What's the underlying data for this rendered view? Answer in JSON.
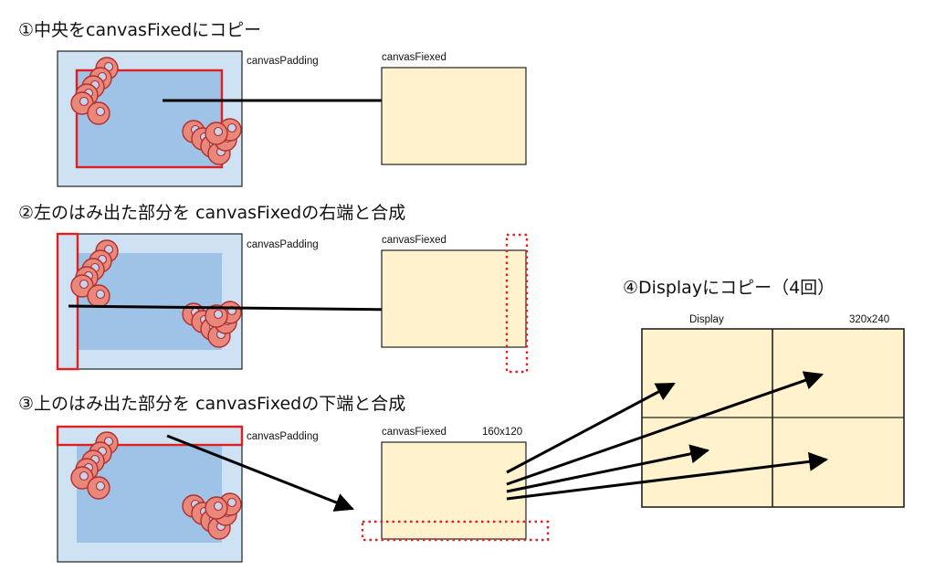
{
  "steps": [
    {
      "heading": "①中央をcanvasFixedにコピー",
      "padding_label": "canvasPadding",
      "fixed_label": "canvasFiexed"
    },
    {
      "heading": "②左のはみ出た部分を canvasFixedの右端と合成",
      "padding_label": "canvasPadding",
      "fixed_label": "canvasFiexed"
    },
    {
      "heading": "③上のはみ出た部分を canvasFixedの下端と合成",
      "padding_label": "canvasPadding",
      "fixed_label": "canvasFiexed",
      "size_label": "160x120"
    },
    {
      "heading": "④Displayにコピー（4回）",
      "display_label": "Display",
      "size_label": "320x240"
    }
  ],
  "colors": {
    "padding_outer": "#cfe2f3",
    "padding_inner": "#9fc3e7",
    "fixed_fill": "#fff2cc",
    "highlight": "#e02020",
    "circle_fill": "#e8877a",
    "circle_stroke": "#b03030",
    "circle_hole": "#c7d3ea"
  }
}
